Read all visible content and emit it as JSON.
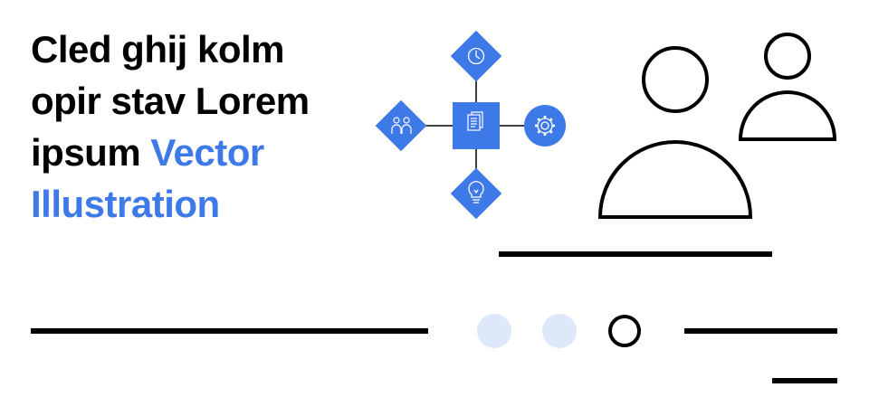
{
  "headline": {
    "line1": "Cled ghij kolm",
    "line2": "opir stav Lorem",
    "line3_plain": "ipsum ",
    "line3_accent": "Vector",
    "line4_accent": "Illustration"
  },
  "colors": {
    "accent": "#3e79e8",
    "accent_light": "#dde8fb",
    "ink": "#000000",
    "background": "#ffffff"
  },
  "icons": [
    "clock-icon",
    "document-icon",
    "people-icon",
    "gear-icon",
    "lightbulb-icon",
    "user-large-icon",
    "user-small-icon"
  ]
}
